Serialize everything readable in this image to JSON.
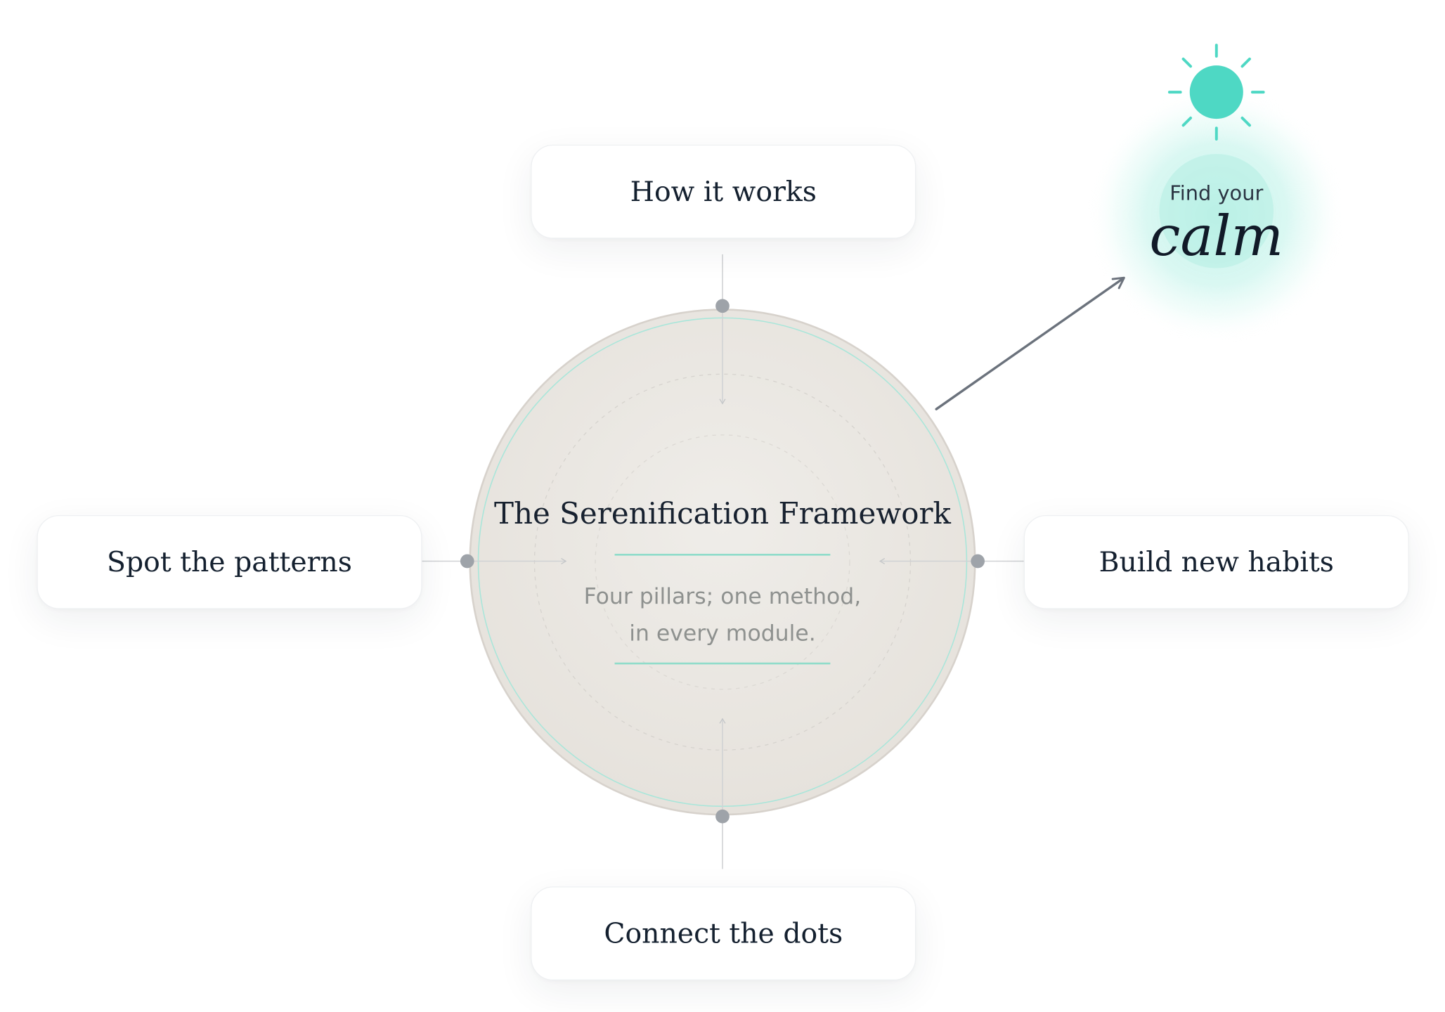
{
  "hub": {
    "title": "The Serenification Framework",
    "subtitle_line1": "Four pillars; one method,",
    "subtitle_line2": "in every module."
  },
  "pillars": {
    "top": "How it works",
    "left": "Spot the patterns",
    "right": "Build new habits",
    "bottom": "Connect the dots"
  },
  "callout": {
    "small": "Find your",
    "big": "calm",
    "icon": "sun-icon"
  },
  "colors": {
    "accent": "#4ed8c4",
    "ink": "#14202f",
    "muted": "#8e918f",
    "hub_fill": "#ebe8e3",
    "connector": "#9ea3a9",
    "arrow": "#6b727c"
  }
}
